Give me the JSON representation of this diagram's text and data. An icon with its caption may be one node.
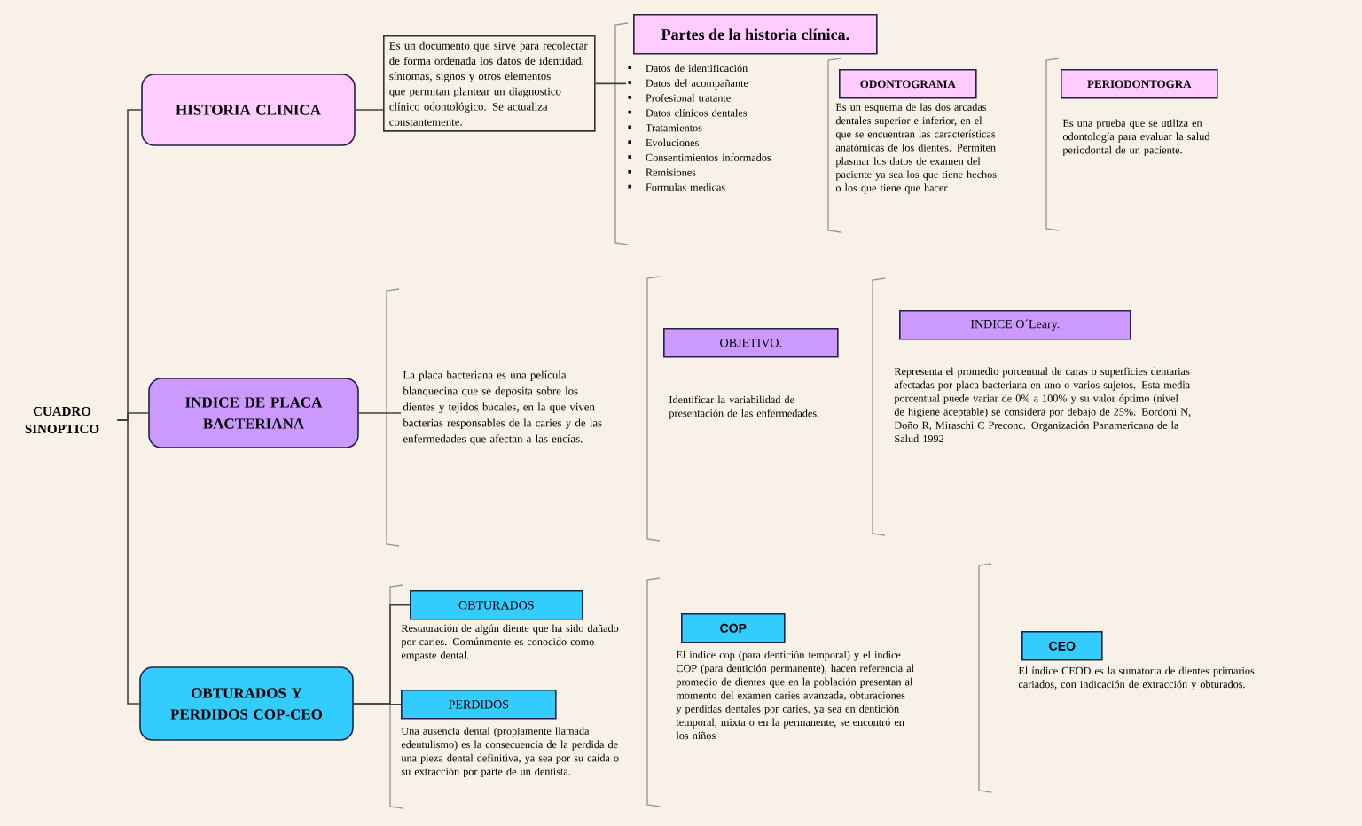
{
  "diagram": {
    "nodes": [
      {
        "text": [
          "CUADRO SINOPTICO"
        ]
      },
      {
        "text": [
          "HISTORIA CLINICA"
        ]
      },
      {
        "text": [
          "INDICE DE PLACA BACTERIANA"
        ]
      },
      {
        "text": [
          "OBTURADOS Y PERDIDOS COP-CEO"
        ]
      },
      {
        "text": [
          "Es un documento que sirve para recolectar de forma ordenada los datos de identidad, síntomas, signos y otros elementos que permitan plantear un diagnostico clínico odontológico. Se actualiza constantemente."
        ]
      },
      {
        "text": [
          "Partes de la historia clínica."
        ]
      },
      {
        "text": [
          "Datos de identificación",
          "Datos del acompañante",
          "Profesional tratante",
          "Datos clínicos dentales",
          "Tratamientos",
          "Evoluciones",
          "Consentimientos informados",
          "Remisiones",
          "Formulas medicas"
        ]
      },
      {
        "text": [
          "ODONTOGRAMA"
        ],
        "beside": [
          "Es un esquema de las dos arcadas dentales superior e inferior, en el que se encuentran las características anatómicas de los dientes. Permiten plasmar los datos de examen del paciente ya sea los que tiene hechos o los que tiene que hacer"
        ]
      },
      {
        "text": [
          "PERIODONTOGRA"
        ],
        "beside": [
          "Es una prueba que se utiliza en odontología para evaluar la salud periodontal de un paciente."
        ]
      },
      {
        "text": [
          "La placa bacteriana es una película blanquecina que se deposita sobre los dientes y tejidos bucales, en la que viven bacterias responsables de la caries y de las enfermedades que afectan a las encías."
        ]
      },
      {
        "text": [
          "OBJETIVO."
        ],
        "beside": [
          "Identificar la variabilidad de presentación de las enfermedades."
        ]
      },
      {
        "text": [
          "INDICE O´Leary."
        ],
        "beside": [
          "Representa el promedio porcentual de caras o superficies dentarias afectadas por placa bacteriana en uno o varios sujetos. Esta media porcentual puede variar de 0% a 100% y su valor óptimo (nivel de higiene aceptable) se considera por debajo de 25%. Bordoni N, Doño R, Miraschi C Preconc. Organización Panamericana de la Salud 1992"
        ]
      },
      {
        "text": [
          "OBTURADOS"
        ],
        "beside": [
          "Restauración de algún diente que ha sido dañado por caries. Comúnmente es conocido como empaste dental."
        ]
      },
      {
        "text": [
          "PERDIDOS"
        ],
        "beside": [
          "Una ausencia dental (propiamente llamada edentulismo) es la consecuencia de la perdida de una pieza dental definitiva, ya sea por su caída o su extracción por parte de un dentista."
        ]
      },
      {
        "text": [
          "COP"
        ],
        "beside": [
          "El índice cop (para dentición temporal) y el índice COP (para dentición permanente), hacen referencia al promedio de dientes que en la población presentan al momento del examen caries avanzada, obturaciones y pérdidas dentales por caries, ya sea en dentición temporal, mixta o en la permanente, se encontró en los niños"
        ]
      },
      {
        "text": [
          "CEO"
        ],
        "beside": [
          "El índice CEOD es la sumatoria de dientes primarios cariados, con indicación de extracción y obturados."
        ]
      }
    ],
    "edges": [
      {
        "from": 0,
        "to": 1,
        "arrow": "none"
      },
      {
        "from": 0,
        "to": 2,
        "arrow": "none"
      },
      {
        "from": 0,
        "to": 3,
        "arrow": "none"
      },
      {
        "from": 1,
        "to": 4,
        "arrow": "none"
      },
      {
        "from": 4,
        "to": 6,
        "arrow": "none"
      },
      {
        "from": 2,
        "to": 9,
        "arrow": "none"
      },
      {
        "from": 3,
        "to": 12,
        "arrow": "none"
      },
      {
        "from": 3,
        "to": 13,
        "arrow": "none"
      }
    ]
  }
}
